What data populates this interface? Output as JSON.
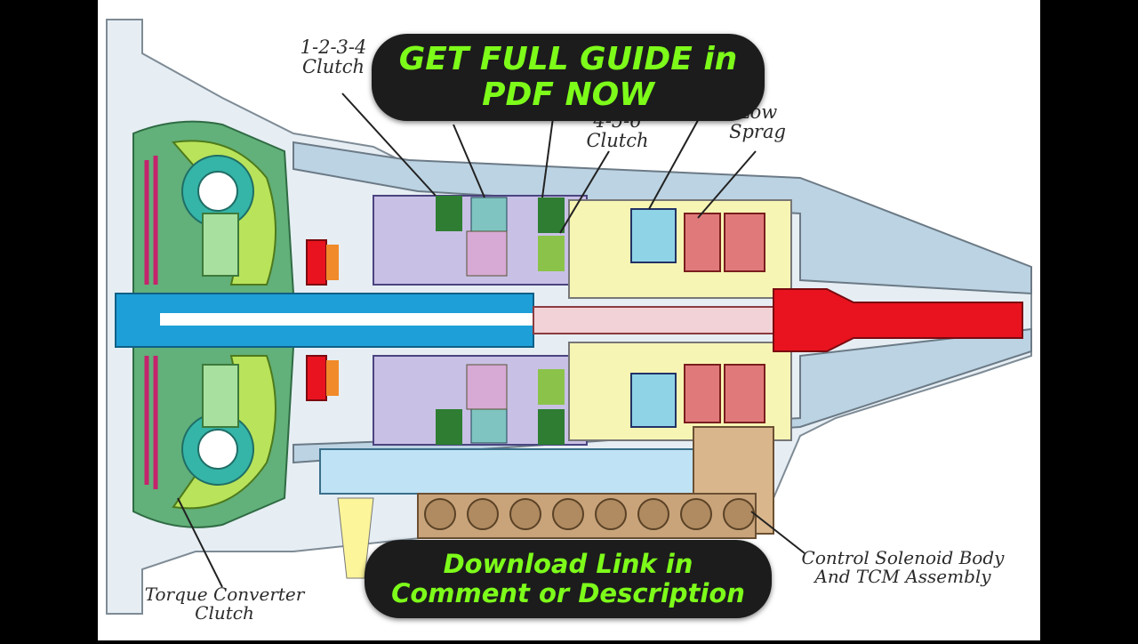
{
  "banner_top": {
    "line1": "GET FULL GUIDE in",
    "line2": "PDF NOW"
  },
  "banner_bottom": {
    "line1": "Download Link in",
    "line2": "Comment or Description"
  },
  "labels": {
    "clutch_1234_a": "1-2-3-4",
    "clutch_1234_b": "Clutch",
    "clutch_456_a": "4-5-6",
    "clutch_456_b": "Clutch",
    "low_sprag_a": "Low",
    "low_sprag_b": "Sprag",
    "tcc_a": "Torque Converter",
    "tcc_b": "Clutch",
    "solenoid_a": "Control Solenoid Body",
    "solenoid_b": "And TCM Assembly"
  },
  "colors": {
    "banner_bg": "#1c1c1c",
    "banner_text": "#7dfc1a",
    "shaft_blue": "#1e9fd8",
    "output_red": "#e8131e",
    "housing": "#bcd3e3",
    "valve_body": "#d9b68c",
    "converter_green": "#b9e35a",
    "converter_teal": "#35b5a8"
  }
}
